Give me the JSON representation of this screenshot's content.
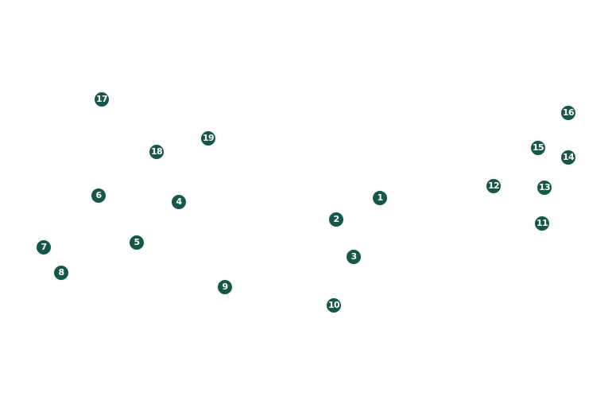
{
  "colors": {
    "marker_fill": "#17574a",
    "marker_text": "#ffffff",
    "background": "#ffffff"
  },
  "markers": [
    {
      "label": "1"
    },
    {
      "label": "2"
    },
    {
      "label": "3"
    },
    {
      "label": "4"
    },
    {
      "label": "5"
    },
    {
      "label": "6"
    },
    {
      "label": "7"
    },
    {
      "label": "8"
    },
    {
      "label": "9"
    },
    {
      "label": "10"
    },
    {
      "label": "11"
    },
    {
      "label": "12"
    },
    {
      "label": "13"
    },
    {
      "label": "14"
    },
    {
      "label": "15"
    },
    {
      "label": "16"
    },
    {
      "label": "17"
    },
    {
      "label": "18"
    },
    {
      "label": "19"
    }
  ]
}
